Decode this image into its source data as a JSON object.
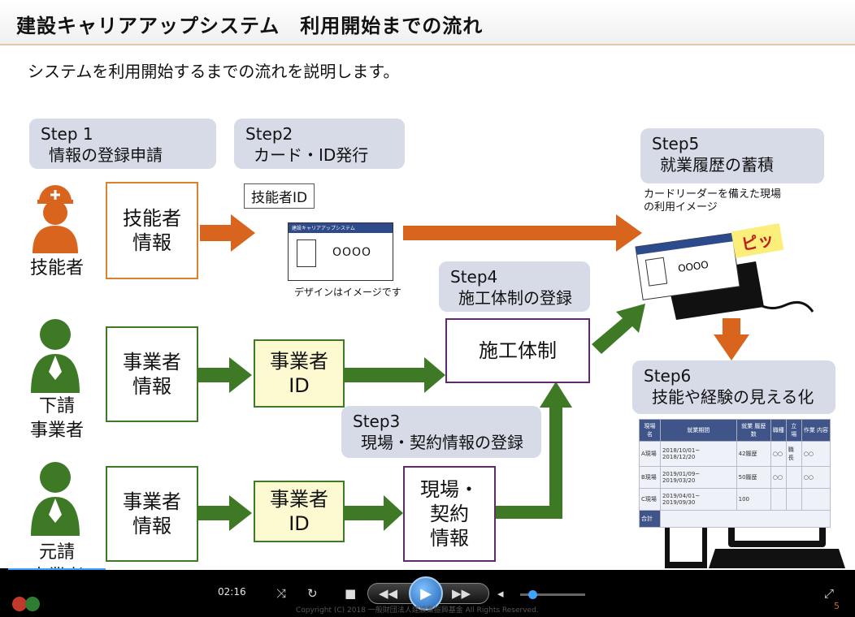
{
  "slide": {
    "title": "建設キャリアアップシステム　利用開始までの流れ",
    "subtitle": "システムを利用開始するまでの流れを説明します。"
  },
  "steps": {
    "s1": {
      "label": "Step 1",
      "desc": "情報の登録申請"
    },
    "s2": {
      "label": "Step2",
      "desc": "カード・ID発行"
    },
    "s3": {
      "label": "Step3",
      "desc": "現場・契約情報の登録"
    },
    "s4": {
      "label": "Step4",
      "desc": "施工体制の登録"
    },
    "s5": {
      "label": "Step5",
      "desc": "就業履歴の蓄積"
    },
    "s6": {
      "label": "Step6",
      "desc": "技能や経験の見える化"
    }
  },
  "people": {
    "technician": "技能者",
    "subcontractor": "下請\n事業者",
    "prime": "元請\n事業者"
  },
  "boxes": {
    "tech_info": "技能者\n情報",
    "sub_info": "事業者\n情報",
    "sub_id": "事業者\nID",
    "prime_info": "事業者\n情報",
    "prime_id": "事業者\nID",
    "site_contract": "現場・\n契約\n情報",
    "construction": "施工体制"
  },
  "card": {
    "id_label": "技能者ID",
    "header": "建設キャリアアップシステム",
    "number": "OOOO",
    "design_note": "デザインはイメージです"
  },
  "reader": {
    "caption": "カードリーダーを備えた現場\nの利用イメージ",
    "sound": "ピッ"
  },
  "history_table": {
    "headers": [
      "現場名",
      "就業期間",
      "就業\n履歴数",
      "職種",
      "立場",
      "作業\n内容"
    ],
    "rows": [
      [
        "A現場",
        "2018/10/01~\n2018/12/20",
        "42履歴",
        "○○",
        "職長",
        "○○"
      ],
      [
        "B現場",
        "2019/01/09~\n2019/03/20",
        "50履歴",
        "○○",
        "",
        "○○"
      ],
      [
        "C現場",
        "2019/04/01~\n2019/09/30",
        "100",
        "",
        "",
        ""
      ]
    ],
    "total": "合計"
  },
  "player": {
    "time": "02:16",
    "copyright": "Copyright (C) 2018 一般財団法人建設業振興基金 All Rights Reserved.",
    "page": "5"
  },
  "colors": {
    "orange_arrow": "#d9641e",
    "green_arrow": "#3e7a26",
    "step_bg": "#d7dbe8"
  }
}
